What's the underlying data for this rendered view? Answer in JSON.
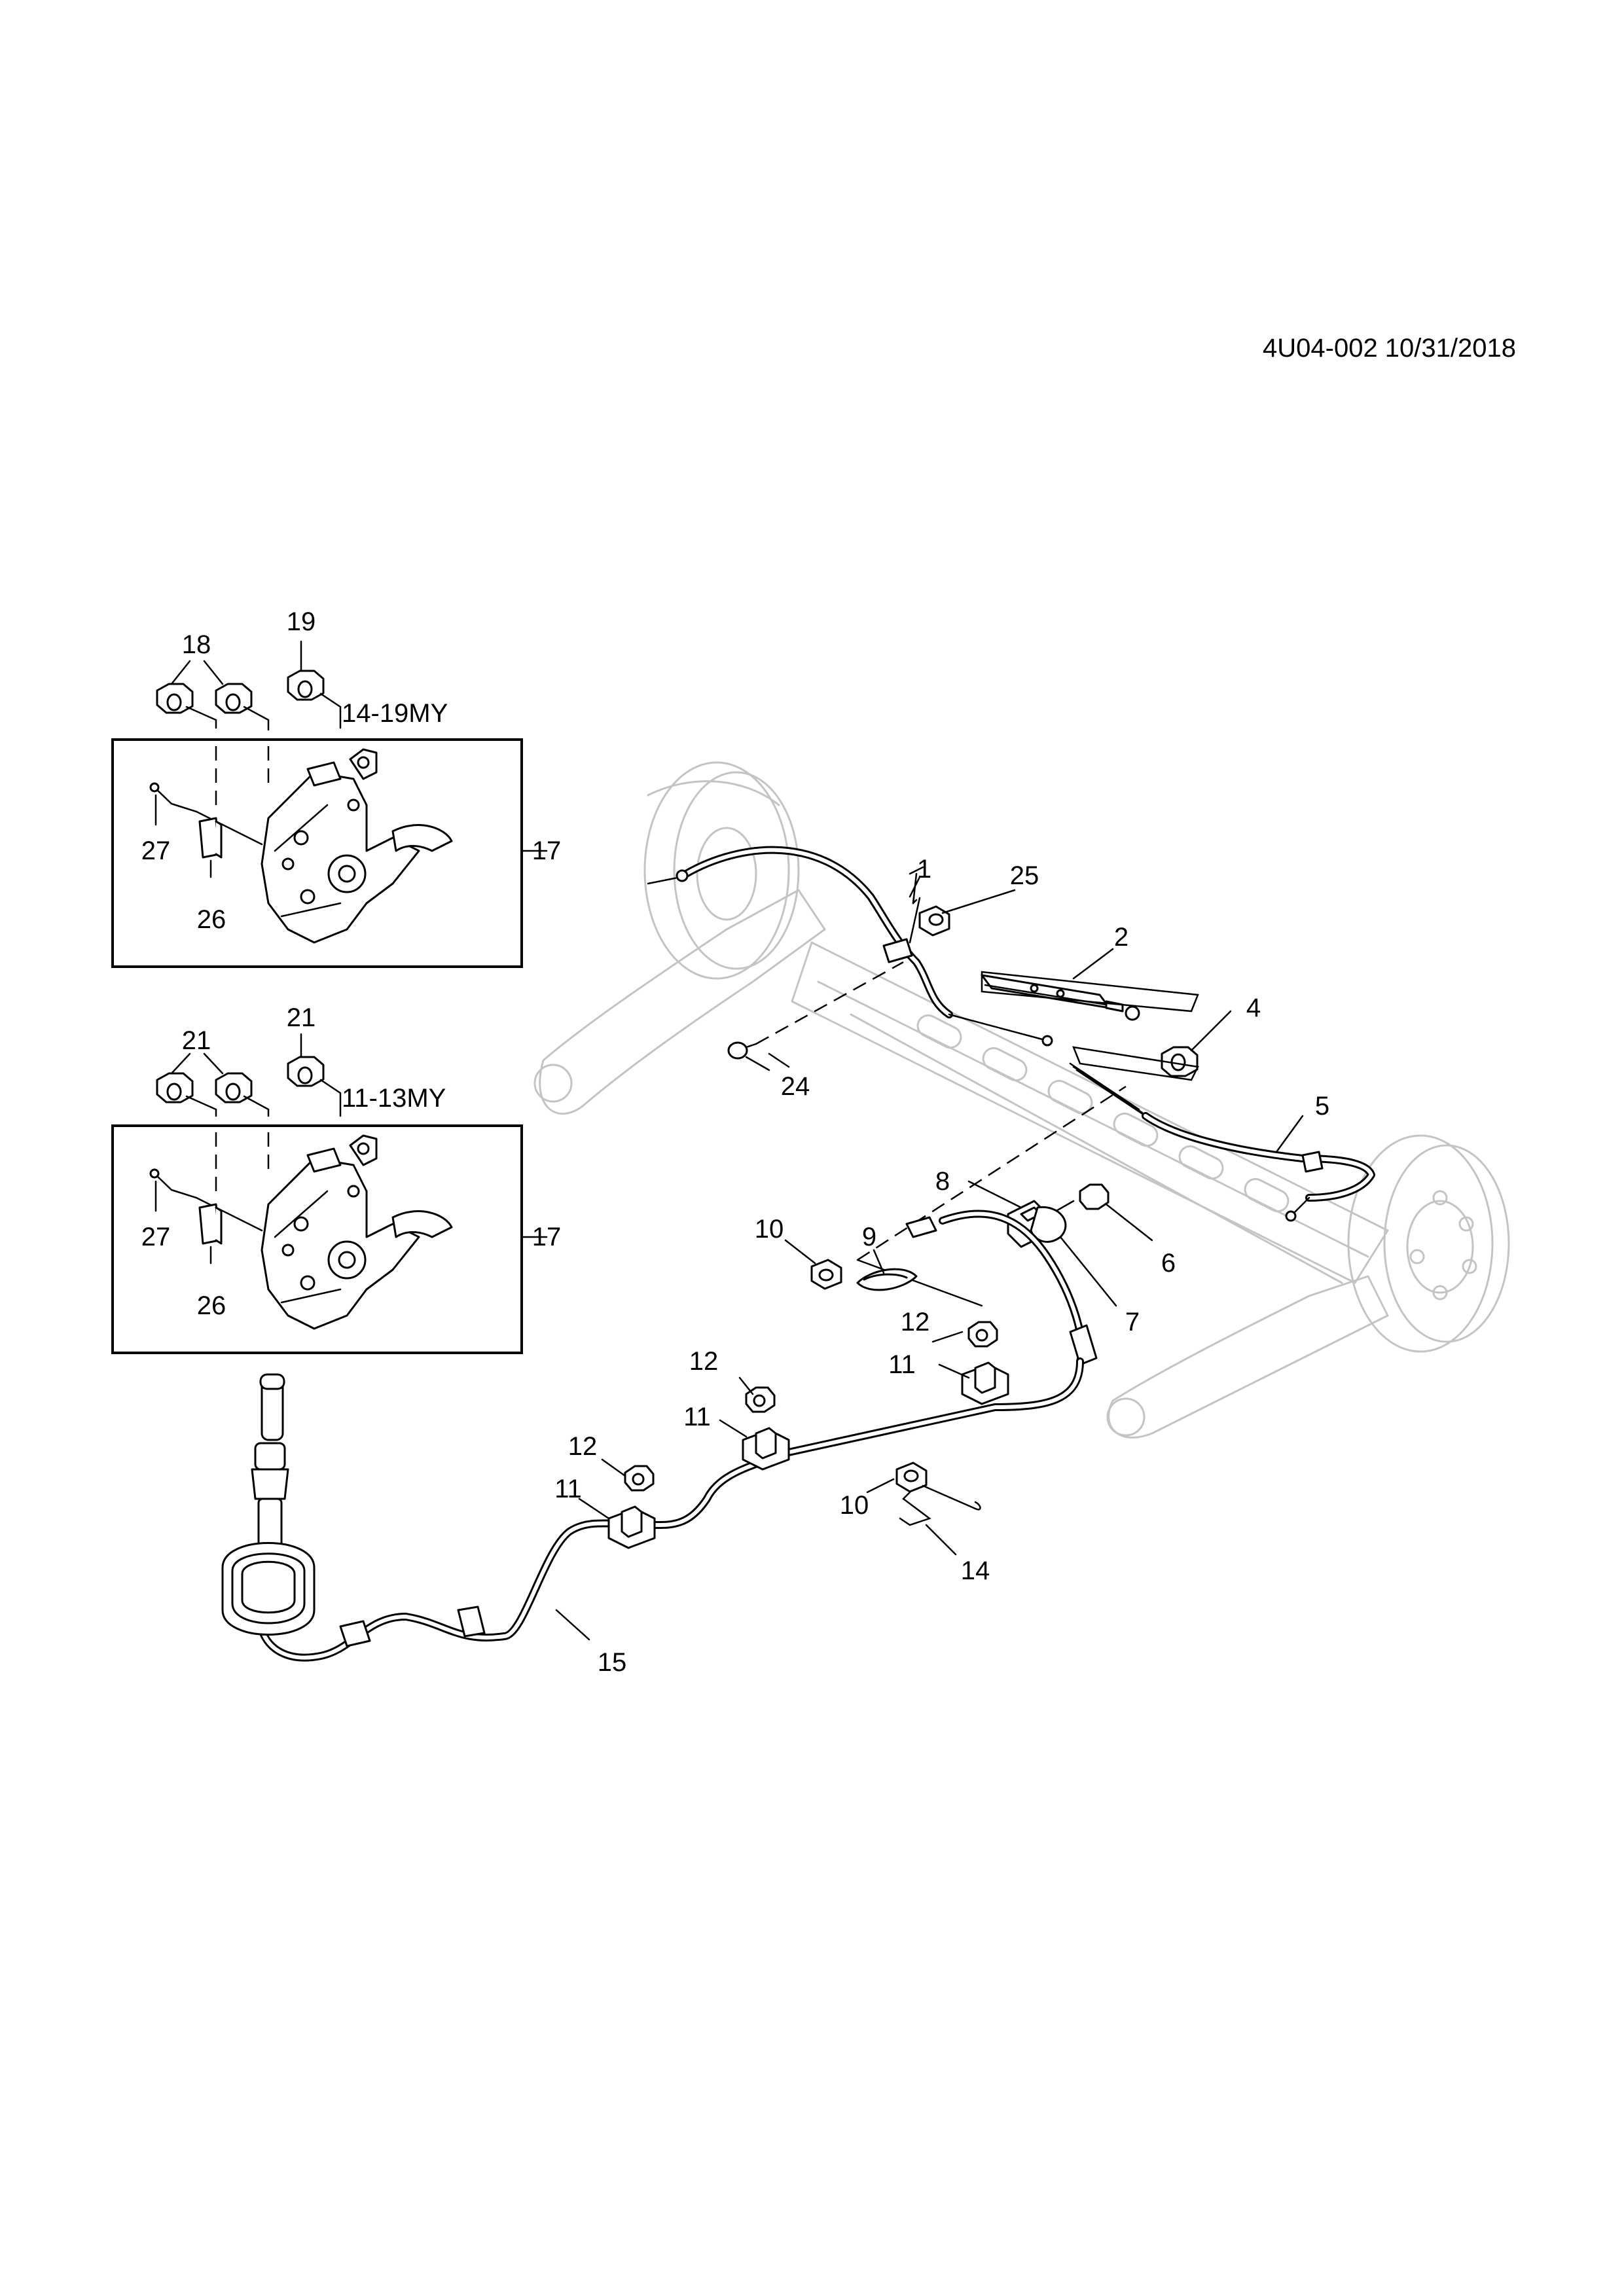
{
  "drawing_ref": "4U04-002 10/31/2018",
  "variants": {
    "upper": "14-19MY",
    "lower": "11-13MY"
  },
  "callouts": {
    "c1": "1",
    "c2": "2",
    "c4": "4",
    "c5": "5",
    "c6": "6",
    "c7": "7",
    "c8": "8",
    "c9": "9",
    "c10a": "10",
    "c10b": "10",
    "c11a": "11",
    "c11b": "11",
    "c11c": "11",
    "c12a": "12",
    "c12b": "12",
    "c12c": "12",
    "c14": "14",
    "c15": "15",
    "c17a": "17",
    "c17b": "17",
    "c18": "18",
    "c19": "19",
    "c21a": "21",
    "c21b": "21",
    "c24": "24",
    "c25": "25",
    "c26a": "26",
    "c26b": "26",
    "c27a": "27",
    "c27b": "27"
  }
}
